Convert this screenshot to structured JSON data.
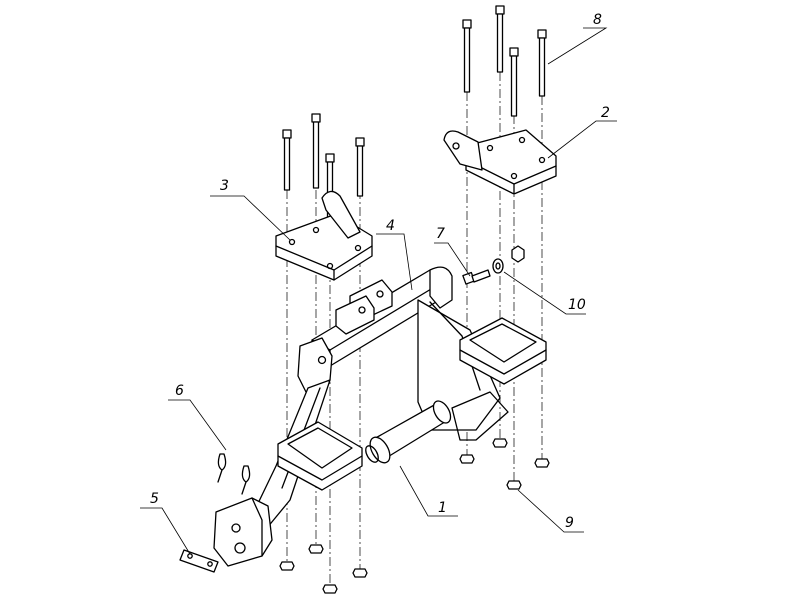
{
  "diagram": {
    "callouts": [
      {
        "id": "c1",
        "text": "1"
      },
      {
        "id": "c2",
        "text": "2"
      },
      {
        "id": "c3",
        "text": "3"
      },
      {
        "id": "c4",
        "text": "4"
      },
      {
        "id": "c5",
        "text": "5"
      },
      {
        "id": "c6",
        "text": "6"
      },
      {
        "id": "c7",
        "text": "7"
      },
      {
        "id": "c8",
        "text": "8"
      },
      {
        "id": "c9",
        "text": "9"
      },
      {
        "id": "c10",
        "text": "10"
      }
    ]
  }
}
